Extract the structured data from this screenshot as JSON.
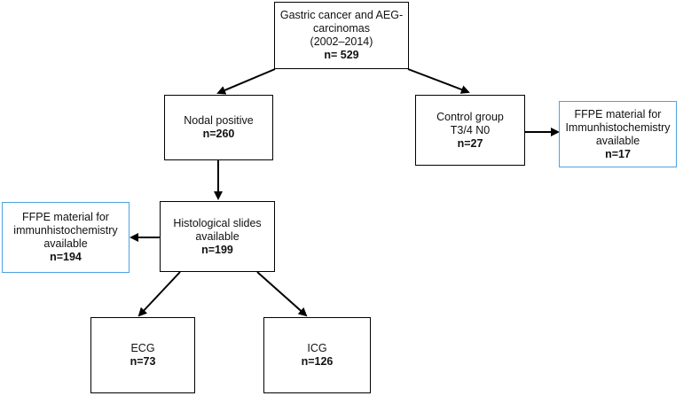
{
  "nodes": {
    "root": {
      "lines": [
        "Gastric cancer and AEG-",
        "carcinomas",
        "(2002–2014)"
      ],
      "count": "n= 529"
    },
    "nodal": {
      "lines": [
        "Nodal positive"
      ],
      "count": "n=260"
    },
    "control": {
      "lines": [
        "Control group",
        "T3/4 N0"
      ],
      "count": "n=27"
    },
    "ffpe_right": {
      "lines": [
        "FFPE material for",
        "Immunhistochemistry",
        "available"
      ],
      "count": "n=17"
    },
    "histo": {
      "lines": [
        "Histological slides",
        "available"
      ],
      "count": "n=199"
    },
    "ffpe_left": {
      "lines": [
        "FFPE material for",
        "immunhistochemistry",
        "available"
      ],
      "count": "n=194"
    },
    "ecg": {
      "lines": [
        "ECG"
      ],
      "count": "n=73"
    },
    "icg": {
      "lines": [
        "ICG"
      ],
      "count": "n=126"
    }
  },
  "edges": [
    {
      "from": "root",
      "to": "nodal"
    },
    {
      "from": "root",
      "to": "control"
    },
    {
      "from": "control",
      "to": "ffpe_right"
    },
    {
      "from": "nodal",
      "to": "histo"
    },
    {
      "from": "histo",
      "to": "ffpe_left"
    },
    {
      "from": "histo",
      "to": "ecg"
    },
    {
      "from": "histo",
      "to": "icg"
    }
  ],
  "colors": {
    "border": "#000000",
    "highlight_border": "#4da3df",
    "arrow": "#000000",
    "text": "#111111"
  }
}
